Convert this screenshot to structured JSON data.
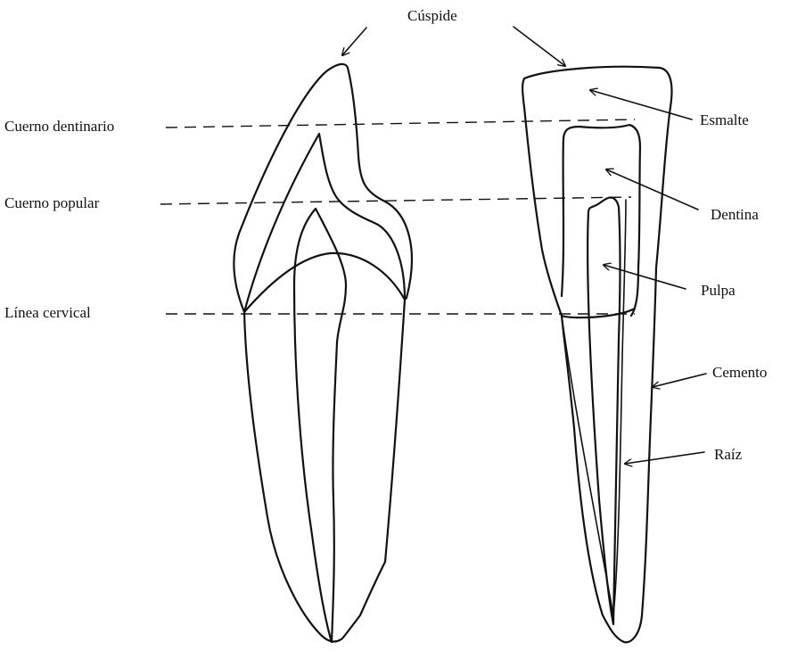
{
  "labels": {
    "cuspide": "Cúspide",
    "cuerno_dentinario": "Cuerno dentinario",
    "cuerno_popular": "Cuerno popular",
    "linea_cervical": "Línea cervical",
    "esmalte": "Esmalte",
    "dentina": "Dentina",
    "pulpa": "Pulpa",
    "cemento": "Cemento",
    "raiz": "Raíz"
  },
  "colors": {
    "line": "#111111",
    "background": "#ffffff"
  }
}
